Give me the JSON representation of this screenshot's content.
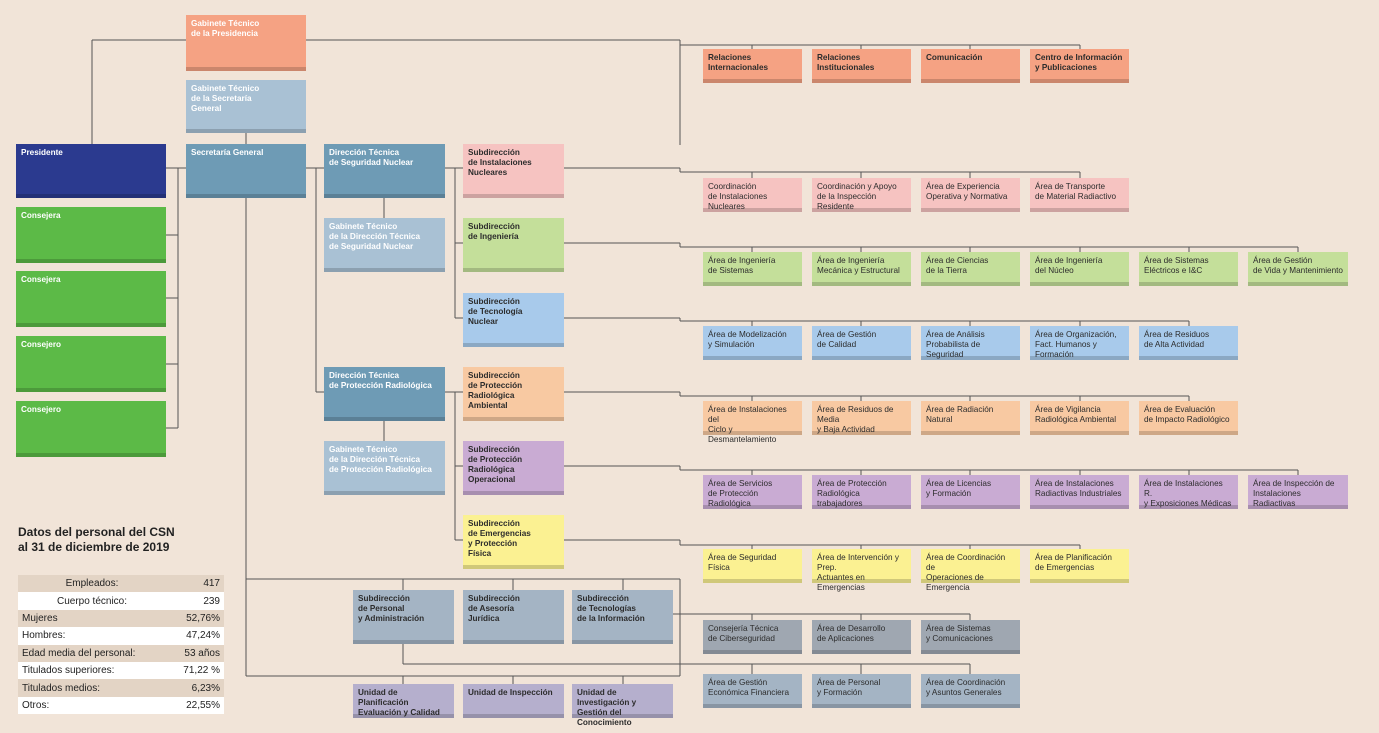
{
  "colors": {
    "background": "#f1e4d8",
    "line": "#555555",
    "navy": "#2b3a8f",
    "green": "#5cba47",
    "steel": "#6e9bb5",
    "steel_light": "#a9c1d4",
    "salmon": "#f5a283",
    "pink": "#f6c3c1",
    "lime": "#c4df9a",
    "sky": "#a8caeb",
    "peach": "#f8c9a2",
    "lavender": "#c9abd3",
    "yellow": "#fbf192",
    "grey": "#9fa7b1",
    "grey_blue": "#a4b4c4",
    "purple_grey": "#b5afcd"
  },
  "boxes": {
    "presidente": "Presidente",
    "consejera_1": "Consejera",
    "consejera_2": "Consejera",
    "consejero_1": "Consejero",
    "consejero_2": "Consejero",
    "gab_presidencia": "Gabinete Técnico\nde la Presidencia",
    "gab_secretaria": "Gabinete Técnico\nde la Secretaría\nGeneral",
    "secretaria_general": "Secretaría General",
    "dt_seguridad_nuclear": "Dirección Técnica\nde Seguridad Nuclear",
    "gab_dt_seguridad_nuclear": "Gabinete Técnico\nde la Dirección Técnica\nde Seguridad Nuclear",
    "dt_proteccion_radiologica": "Dirección Técnica\nde Protección Radiológica",
    "gab_dt_proteccion_radiologica": "Gabinete Técnico\nde la Dirección Técnica\nde Protección Radiológica",
    "sub_instalaciones_nucleares": "Subdirección\nde Instalaciones\nNucleares",
    "sub_ingenieria": "Subdirección\nde Ingeniería",
    "sub_tecnologia_nuclear": "Subdirección\nde Tecnología\nNuclear",
    "sub_pr_ambiental": "Subdirección\nde Protección\nRadiológica\nAmbiental",
    "sub_pr_operacional": "Subdirección\nde Protección\nRadiológica\nOperacional",
    "sub_emergencias": "Subdirección\nde Emergencias\ny Protección\nFísica",
    "sub_personal": "Subdirección\nde Personal\ny Administración",
    "sub_asesoria": "Subdirección\nde Asesoría\nJurídica",
    "sub_tecnologias_info": "Subdirección\nde Tecnologías\nde la Información",
    "unidad_planificacion": "Unidad de Planificación\nEvaluación y Calidad",
    "unidad_inspeccion": "Unidad de Inspección",
    "unidad_investigacion": "Unidad de Investigación y\nGestión del Conocimiento"
  },
  "rows": {
    "presidencia": [
      "Relaciones\nInternacionales",
      "Relaciones\nInstitucionales",
      "Comunicación",
      "Centro de Información\ny Publicaciones"
    ],
    "instalaciones": [
      "Coordinación\nde Instalaciones Nucleares",
      "Coordinación y Apoyo\nde la Inspección Residente",
      "Área de Experiencia\nOperativa y Normativa",
      "Área de Transporte\nde Material Radiactivo"
    ],
    "ingenieria": [
      "Área de Ingeniería\nde Sistemas",
      "Área de Ingeniería\nMecánica y Estructural",
      "Área de Ciencias\nde la Tierra",
      "Área de Ingeniería\ndel Núcleo",
      "Área de Sistemas\nEléctricos e I&C",
      "Área de Gestión\nde Vida y Mantenimiento"
    ],
    "tecnologia": [
      "Área de Modelización\ny Simulación",
      "Área de Gestión\nde Calidad",
      "Área de Análisis\nProbabilista de Seguridad",
      "Área de Organización,\nFact. Humanos y Formación",
      "Área de Residuos\nde Alta Actividad"
    ],
    "ambiental": [
      "Área de Instalaciones del\nCiclo y Desmantelamiento",
      "Área de Residuos de Media\ny Baja Actividad",
      "Área de Radiación\nNatural",
      "Área de Vigilancia\nRadiológica Ambiental",
      "Área de Evaluación\nde Impacto Radiológico"
    ],
    "operacional": [
      "Área de Servicios\nde Protección Radiológica",
      "Área de Protección\nRadiológica trabajadores",
      "Área de Licencias\ny Formación",
      "Área de Instalaciones\nRadiactivas Industriales",
      "Área de Instalaciones R.\ny Exposiciones Médicas",
      "Área de Inspección de\nInstalaciones Radiactivas"
    ],
    "emergencias": [
      "Área de Seguridad\nFísica",
      "Área de Intervención y Prep.\nActuantes en Emergencias",
      "Área de Coordinación de\nOperaciones de Emergencia",
      "Área de Planificación\nde Emergencias"
    ],
    "tic": [
      "Consejería Técnica\nde Ciberseguridad",
      "Área de Desarrollo\nde Aplicaciones",
      "Área de Sistemas\ny Comunicaciones"
    ],
    "personal": [
      "Área de Gestión\nEconómica Financiera",
      "Área de Personal\ny Formación",
      "Área de Coordinación\ny Asuntos Generales"
    ]
  },
  "stats": {
    "title": "Datos del personal del CSN\nal 31 de diciembre de 2019",
    "rows": [
      {
        "label": "Empleados:",
        "value": "417"
      },
      {
        "label": "Cuerpo técnico:",
        "value": "239"
      },
      {
        "label": "Mujeres",
        "value": "52,76%"
      },
      {
        "label": "Hombres:",
        "value": "47,24%"
      },
      {
        "label": "Edad media del personal:",
        "value": "53 años"
      },
      {
        "label": "Titulados superiores:",
        "value": "71,22 %"
      },
      {
        "label": "Titulados medios:",
        "value": "6,23%"
      },
      {
        "label": "Otros:",
        "value": "22,55%"
      }
    ]
  }
}
